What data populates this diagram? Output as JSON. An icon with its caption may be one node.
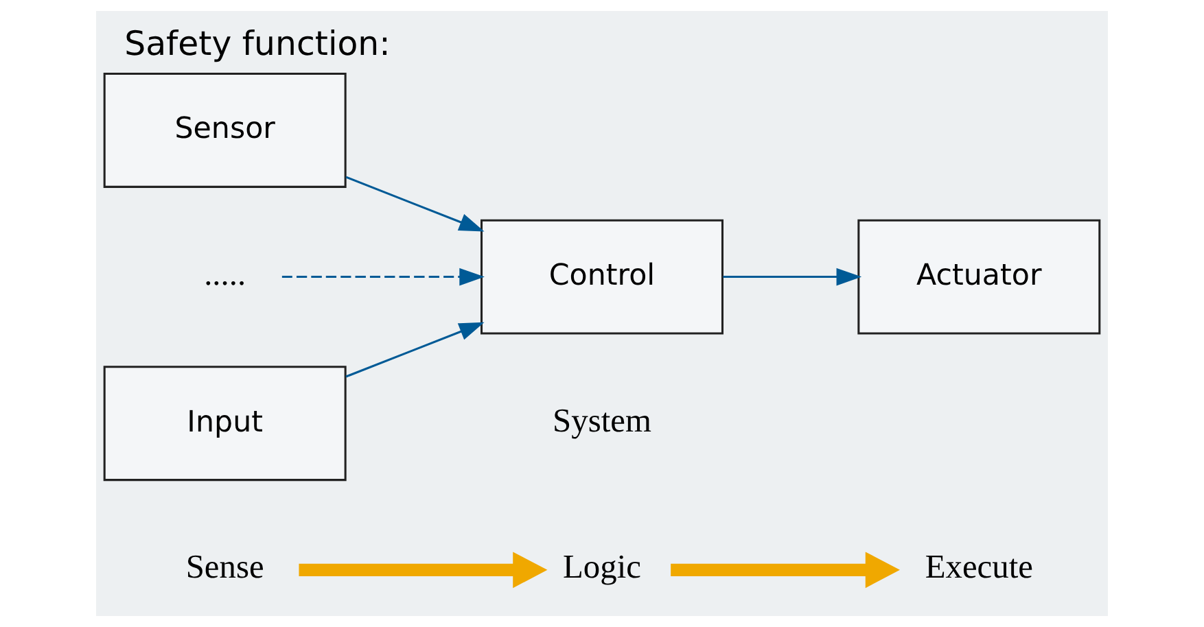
{
  "diagram": {
    "title": "Safety function:",
    "nodes": [
      {
        "text": [
          "Sense"
        ]
      },
      {
        "text": [
          "Logic"
        ]
      },
      {
        "text": [
          "Execute"
        ]
      },
      {
        "text": [
          "Sensor"
        ]
      },
      {
        "text": [
          "....."
        ]
      },
      {
        "text": [
          "Input"
        ]
      },
      {
        "text": [
          "Control"
        ]
      },
      {
        "text": [
          "Actuator"
        ]
      }
    ],
    "edges": [
      {
        "from": 0,
        "to": 1,
        "arrow": "to",
        "style": "thick",
        "color": "#f0a800"
      },
      {
        "from": 1,
        "to": 2,
        "arrow": "to",
        "style": "thick",
        "color": "#f0a800"
      },
      {
        "from": 3,
        "to": 6,
        "arrow": "to"
      },
      {
        "from": 4,
        "to": 6,
        "arrow": "to",
        "style": "dashed"
      },
      {
        "from": 5,
        "to": 6,
        "arrow": "to"
      },
      {
        "from": 6,
        "to": 7,
        "arrow": "to"
      }
    ],
    "labels": [
      "System"
    ]
  }
}
